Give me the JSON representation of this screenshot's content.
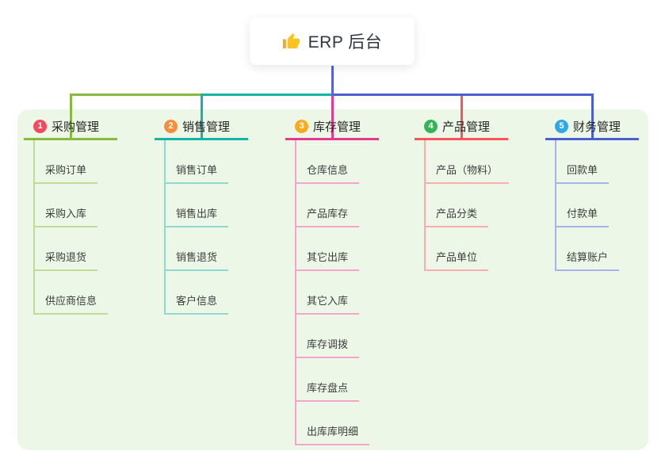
{
  "root": {
    "title": "ERP 后台",
    "icon": "thumbs-up"
  },
  "branches": [
    {
      "index": "1",
      "label": "采购管理",
      "badge_color": "#f5495f",
      "line_color": "#86bb40",
      "light_color": "#bedc96",
      "children": [
        "采购订单",
        "采购入库",
        "采购退货",
        "供应商信息"
      ]
    },
    {
      "index": "2",
      "label": "销售管理",
      "badge_color": "#f78e3d",
      "line_color": "#12b5a5",
      "light_color": "#8fd9d1",
      "children": [
        "销售订单",
        "销售出库",
        "销售退货",
        "客户信息"
      ]
    },
    {
      "index": "3",
      "label": "库存管理",
      "badge_color": "#fbab1b",
      "line_color": "#e23a90",
      "light_color": "#f3a6cb",
      "children": [
        "仓库信息",
        "产品库存",
        "其它出库",
        "其它入库",
        "库存调拨",
        "库存盘点",
        "出库库明细"
      ]
    },
    {
      "index": "4",
      "label": "产品管理",
      "badge_color": "#34b557",
      "line_color": "#fb5458",
      "light_color": "#fdadaf",
      "children": [
        "产品（物料）",
        "产品分类",
        "产品单位"
      ]
    },
    {
      "index": "5",
      "label": "财务管理",
      "badge_color": "#2fa9e6",
      "line_color": "#4a5fd1",
      "light_color": "#a7b4ea",
      "children": [
        "回款单",
        "付款单",
        "结算账户"
      ]
    }
  ],
  "colors": {
    "canvas_bg": "#ffffff",
    "panel_bg": "#edf7e8",
    "root_line": "#5a62d8",
    "thumb_yellow": "#fcc21d",
    "thumb_cuff": "#f5a623",
    "title_text": "#2f3542"
  }
}
